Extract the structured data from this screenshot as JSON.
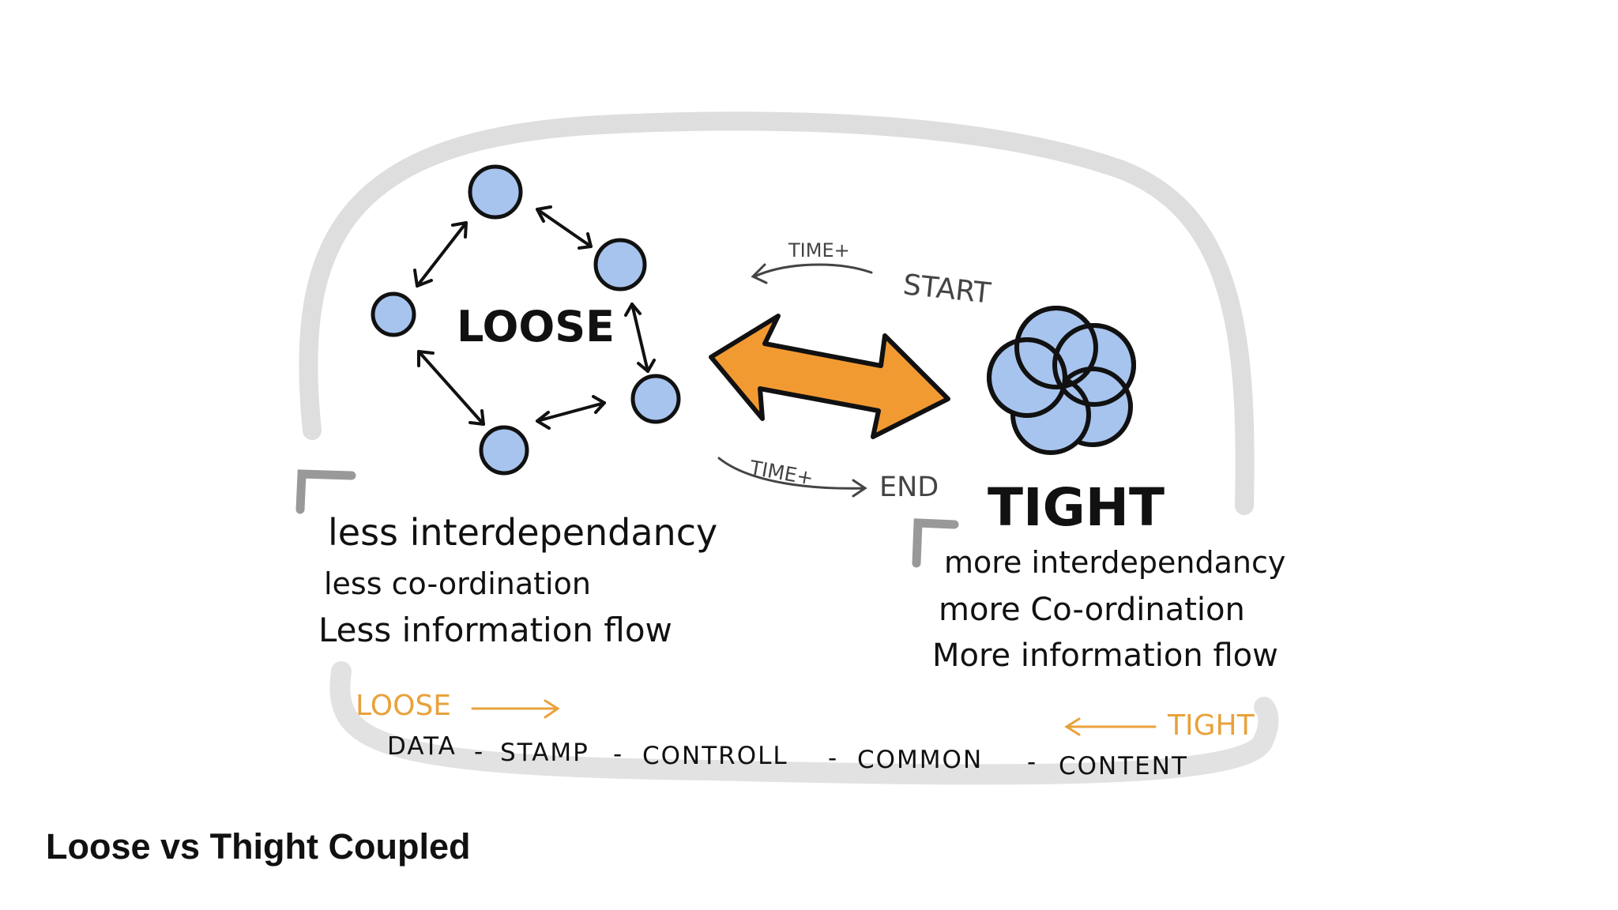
{
  "diagram": {
    "loose_title": "LOOSE",
    "tight_title": "TIGHT",
    "time_top": "TIME+",
    "start": "START",
    "time_bottom": "TIME+",
    "end": "END",
    "loose_notes": [
      "less interdependancy",
      "less co-ordination",
      "Less information flow"
    ],
    "tight_notes": [
      "more interdependancy",
      "more Co-ordination",
      "More information flow"
    ],
    "scale_loose": "LOOSE",
    "scale_tight": "TIGHT",
    "scale_items": [
      "DATA",
      "STAMP",
      "CONTROLL",
      "COMMON",
      "CONTENT"
    ],
    "colors": {
      "node_fill": "#a7c4ee",
      "arrow_orange": "#f29a32",
      "scale_orange": "#e8a23c",
      "outline_grey": "#dcdcdc"
    }
  },
  "caption": "Loose vs Thight Coupled"
}
